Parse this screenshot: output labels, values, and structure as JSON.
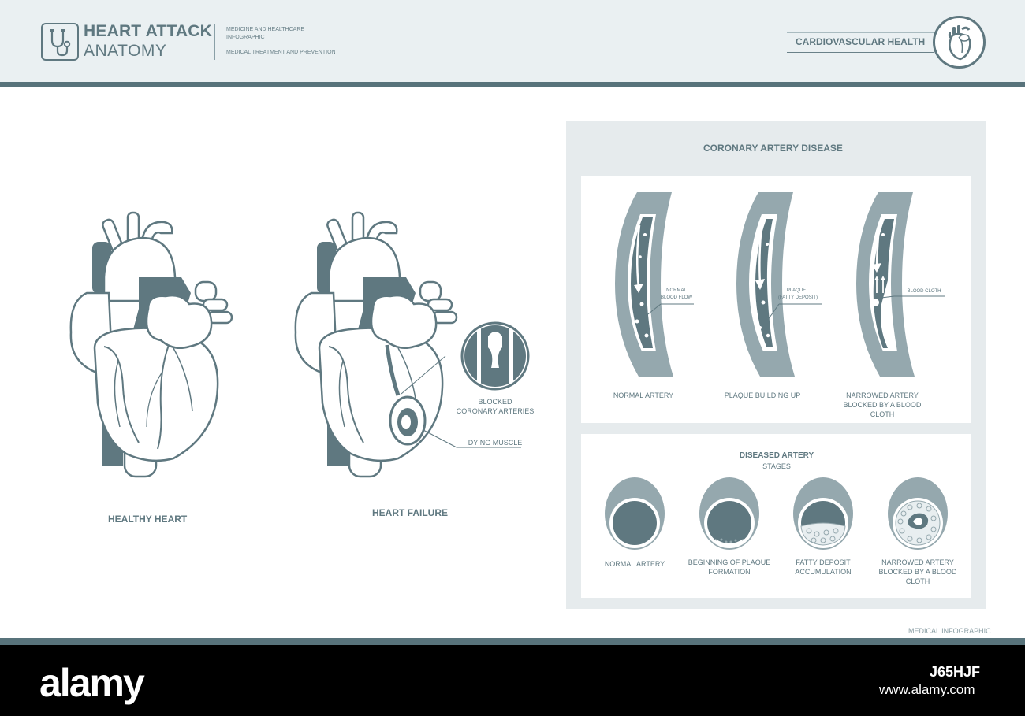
{
  "header": {
    "title_line1": "HEART ATTACK",
    "title_line2": "ANATOMY",
    "tagline_line1": "MEDICINE AND HEALTHCARE",
    "tagline_line2": "INFOGRAPHIC",
    "tagline_line3": "MEDICAL TREATMENT AND PREVENTION",
    "section_label": "CARDIOVASCULAR HEALTH",
    "logo_icon": "stethoscope-icon",
    "badge_icon": "heart-icon"
  },
  "hearts": {
    "healthy_title": "HEALTHY HEART",
    "failure_title": "HEART FAILURE",
    "blocked_label_line1": "BLOCKED",
    "blocked_label_line2": "CORONARY ARTERIES",
    "dying_label": "DYING MUSCLE"
  },
  "cad": {
    "title": "CORONARY ARTERY DISEASE",
    "arteries": [
      {
        "callout_line1": "NORMAL",
        "callout_line2": "BLOOD FLOW",
        "caption_line1": "NORMAL ARTERY",
        "caption_line2": ""
      },
      {
        "callout_line1": "PLAQUE",
        "callout_line2": "(FATTY DEPOSIT)",
        "caption_line1": "PLAQUE BUILDING UP",
        "caption_line2": ""
      },
      {
        "callout_line1": "BLOOD CLOTH",
        "callout_line2": "",
        "caption_line1": "NARROWED ARTERY",
        "caption_line2": "BLOCKED BY A BLOOD CLOTH"
      }
    ]
  },
  "stages": {
    "title": "DISEASED ARTERY",
    "subtitle": "STAGES",
    "items": [
      {
        "line1": "NORMAL ARTERY",
        "line2": ""
      },
      {
        "line1": "BEGINNING OF PLAQUE",
        "line2": "FORMATION"
      },
      {
        "line1": "FATTY DEPOSIT",
        "line2": "ACCUMULATION"
      },
      {
        "line1": "NARROWED ARTERY",
        "line2": "BLOCKED BY A BLOOD CLOTH"
      }
    ]
  },
  "footer": {
    "label": "MEDICAL INFOGRAPHIC",
    "stock_logo": "alamy",
    "stock_id": "J65HJF",
    "stock_url": "www.alamy.com"
  },
  "colors": {
    "primary": "#5f7880",
    "dark": "#58737b",
    "light_panel": "#e6ebed",
    "header_bg": "#eaf0f2",
    "artery_wall": "#95a8ae"
  }
}
